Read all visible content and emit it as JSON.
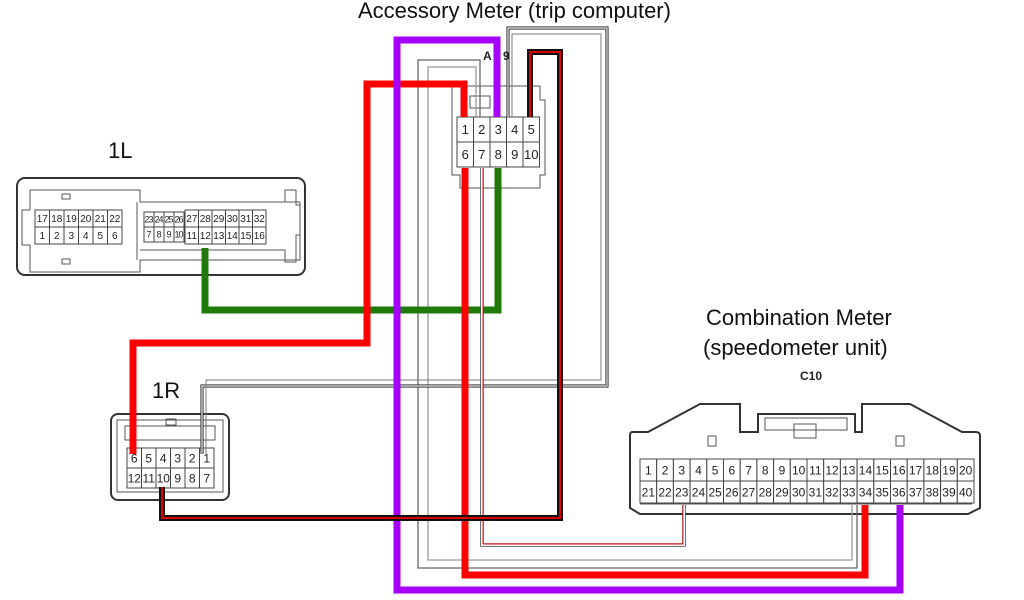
{
  "labels": {
    "accessory_meter": "Accessory Meter (trip computer)",
    "combo_line1": "Combination Meter",
    "combo_line2": "(speedometer unit)",
    "combo_code": "C10",
    "conn_1l": "1L",
    "conn_1r": "1R",
    "a9_code_a": "A",
    "a9_code_b": "9"
  },
  "connectors": {
    "a9": {
      "name": "A9",
      "rows": [
        [
          "1",
          "2",
          "3",
          "4",
          "5"
        ],
        [
          "6",
          "7",
          "8",
          "9",
          "10"
        ]
      ]
    },
    "c10": {
      "name": "C10",
      "rows": [
        [
          "1",
          "2",
          "3",
          "4",
          "5",
          "6",
          "7",
          "8",
          "9",
          "10",
          "11",
          "12",
          "13",
          "14",
          "15",
          "16",
          "17",
          "18",
          "19",
          "20"
        ],
        [
          "21",
          "22",
          "23",
          "24",
          "25",
          "26",
          "27",
          "28",
          "29",
          "30",
          "31",
          "32",
          "33",
          "34",
          "35",
          "36",
          "37",
          "38",
          "39",
          "40"
        ]
      ]
    },
    "l1": {
      "name": "1L",
      "left_rows": [
        [
          "17",
          "18",
          "19",
          "20",
          "21",
          "22"
        ],
        [
          "1",
          "2",
          "3",
          "4",
          "5",
          "6"
        ]
      ],
      "mid_rows": [
        [
          "23",
          "24",
          "25",
          "26"
        ],
        [
          "7",
          "8",
          "9",
          "10"
        ]
      ],
      "right_rows": [
        [
          "27",
          "28",
          "29",
          "30",
          "31",
          "32"
        ],
        [
          "11",
          "12",
          "13",
          "14",
          "15",
          "16"
        ]
      ]
    },
    "r1": {
      "name": "1R",
      "rows": [
        [
          "6",
          "5",
          "4",
          "3",
          "2",
          "1"
        ],
        [
          "12",
          "11",
          "10",
          "9",
          "8",
          "7"
        ]
      ]
    }
  },
  "wires": [
    {
      "id": "red-a9-1-to-1r-6",
      "color": "red",
      "from": "A9-1",
      "to": "1R-6"
    },
    {
      "id": "purple-a9-3-to-c10-36",
      "color": "purple",
      "from": "A9-3",
      "to": "C10-36"
    },
    {
      "id": "white-a9-4-to-1r-1",
      "color": "white/black",
      "from": "A9-4",
      "to": "1R-1"
    },
    {
      "id": "blackred-a9-5-to-1r-10",
      "color": "black/red",
      "from": "A9-5",
      "to": "1R-10"
    },
    {
      "id": "red-a9-6-to-c10-34",
      "color": "red",
      "from": "A9-6",
      "to": "C10-34"
    },
    {
      "id": "redwhite-a9-7-to-c10-23",
      "color": "red/white",
      "from": "A9-7",
      "to": "C10-23"
    },
    {
      "id": "green-a9-8-to-1l-12",
      "color": "green",
      "from": "A9-8",
      "to": "1L-12"
    },
    {
      "id": "gray-a9-2-to-c10-33",
      "color": "gray",
      "from": "A9-2",
      "to": "C10-33"
    }
  ],
  "colors": {
    "red": "#ff0000",
    "purple": "#a600ff",
    "green": "#1f7a0a",
    "black": "#111111",
    "gray": "#888888"
  }
}
